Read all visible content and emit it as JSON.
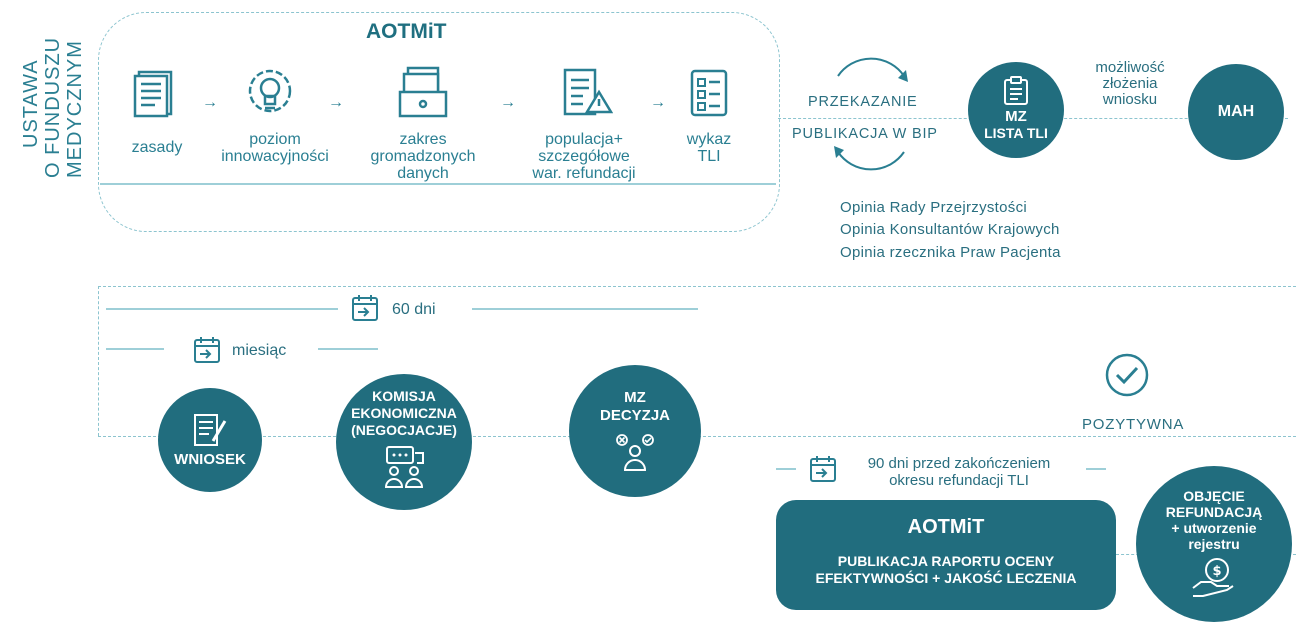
{
  "vertical_title": [
    "USTAWA",
    "O FUNDUSZU",
    "MEDYCZNYM"
  ],
  "aotmit_top": {
    "title": "AOTMiT",
    "steps": [
      {
        "icon": "document-icon",
        "label": "zasady"
      },
      {
        "icon": "lightbulb-gear-icon",
        "label": "poziom\ninnowacyjności"
      },
      {
        "icon": "file-drawer-icon",
        "label": "zakres\ngromadzonych\ndanych"
      },
      {
        "icon": "checklist-warning-icon",
        "label": "populacja+\nszczegółowe\nwar. refundacji"
      },
      {
        "icon": "checklist-icon",
        "label": "wykaz\nTLI"
      }
    ],
    "arrow": "→"
  },
  "transfer": {
    "top": "PRZEKAZANIE",
    "bottom": "PUBLIKACJA W BIP"
  },
  "mz_lista": {
    "line1": "MZ",
    "line2": "LISTA TLI",
    "icon": "clipboard-icon"
  },
  "mozliwosc": "możliwość\nzłożenia\nwniosku",
  "mah": "MAH",
  "opinions": [
    "Opinia Rady Przejrzystości",
    "Opinia Konsultantów Krajowych",
    "Opinia rzecznika Praw Pacjenta"
  ],
  "timeline": {
    "days60": "60 dni",
    "month": "miesiąc",
    "days90": "90 dni przed zakończeniem\nokresu refundacji TLI"
  },
  "wniosek": "WNIOSEK",
  "komisja": "KOMISJA\nEKONOMICZNA\n(NEGOCJACJE)",
  "mz_decyzja": "MZ\nDECYZJA",
  "pozytywna": "POZYTYWNA",
  "aotmit_bottom": {
    "title": "AOTMiT",
    "text": "PUBLIKACJA RAPORTU OCENY\nEFEKTYWNOŚCI + JAKOŚĆ LECZENIA"
  },
  "objecie": "OBJĘCIE\nREFUNDACJĄ\n+ utworzenie\nrejestru",
  "colors": {
    "teal": "#216d7e",
    "light": "#9ecfd8",
    "text": "#2a7f92"
  }
}
